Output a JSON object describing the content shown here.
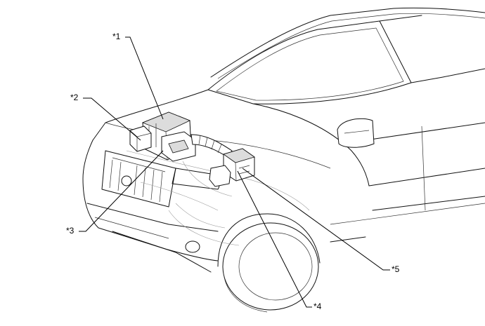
{
  "callouts": [
    {
      "id": "1",
      "label": "*1"
    },
    {
      "id": "2",
      "label": "*2"
    },
    {
      "id": "3",
      "label": "*3"
    },
    {
      "id": "4",
      "label": "*4"
    },
    {
      "id": "5",
      "label": "*5"
    }
  ]
}
